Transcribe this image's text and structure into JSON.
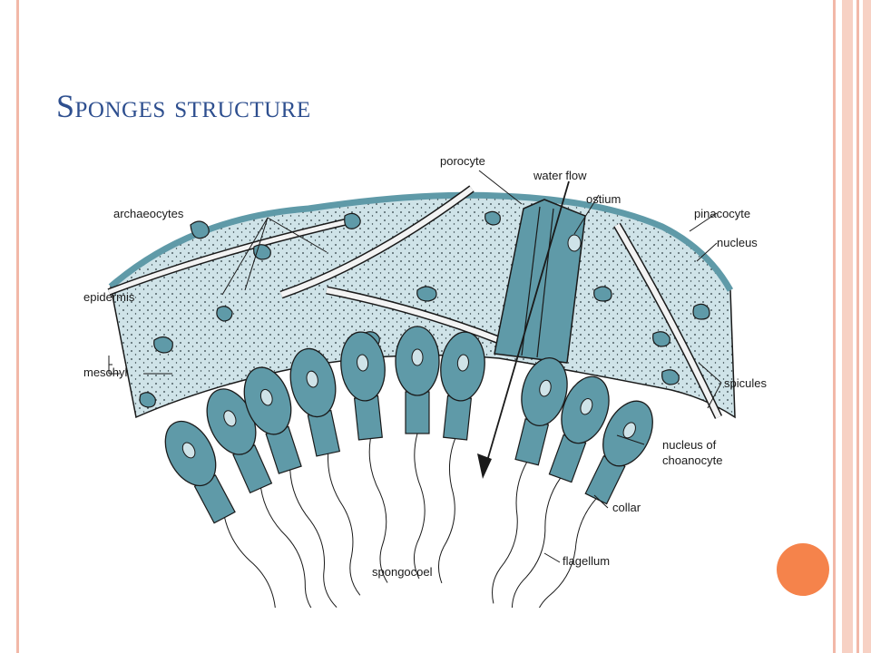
{
  "slide": {
    "title": "Sponges structure",
    "accent_colors": {
      "title": "#2e4f8f",
      "border": "#f2b8a8",
      "dot": "#f5834b",
      "cell_fill": "#5f9aa8"
    }
  },
  "diagram": {
    "labels": {
      "porocyte": "porocyte",
      "water_flow": "water flow",
      "ostium": "ostium",
      "archaeocytes": "archaeocytes",
      "pinacocyte": "pinacocyte",
      "nucleus": "nucleus",
      "epidermis": "epidermis",
      "mesohyl": "mesohyl",
      "spicules": "spicules",
      "nucleus_of": "nucleus of",
      "choanocyte": "choanocyte",
      "collar": "collar",
      "flagellum": "flagellum",
      "spongocoel": "spongocoel"
    }
  }
}
